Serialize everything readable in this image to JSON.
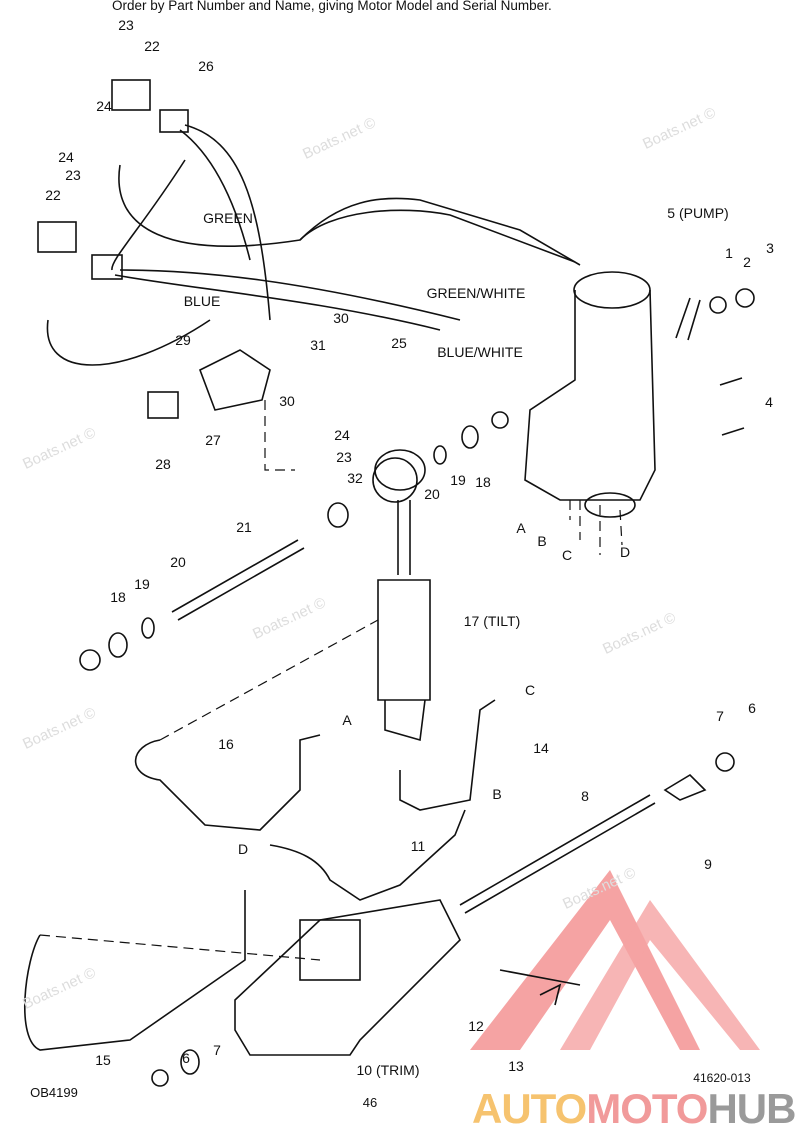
{
  "header": "Order by Part Number and Name, giving Motor Model and Serial Number.",
  "labels": [
    "23",
    "22",
    "24",
    "26",
    "24",
    "23",
    "22",
    "GREEN",
    "5 (PUMP)",
    "1",
    "2",
    "3",
    "BLUE",
    "GREEN/WHITE",
    "BLUE/WHITE",
    "30",
    "31",
    "29",
    "25",
    "30",
    "4",
    "27",
    "24",
    "28",
    "23",
    "18",
    "19",
    "20",
    "32",
    "A",
    "B",
    "C",
    "D",
    "21",
    "20",
    "19",
    "18",
    "17 (TILT)",
    "A",
    "C",
    "16",
    "14",
    "7",
    "6",
    "B",
    "8",
    "11",
    "D",
    "9",
    "12",
    "15",
    "6",
    "7",
    "10 (TRIM)",
    "13"
  ],
  "footer": {
    "diagram_code": "OB4199",
    "page_number": "46",
    "ref_number": "41620-013"
  },
  "watermark": "Boats.net ©",
  "logo": {
    "part1": "AUTO",
    "part2": "MOTO",
    "part3": "HUB"
  },
  "colors": {
    "logo_red": "#f19a9a",
    "logo_orange": "#f6c36f",
    "logo_gray": "#9a9a9a"
  }
}
